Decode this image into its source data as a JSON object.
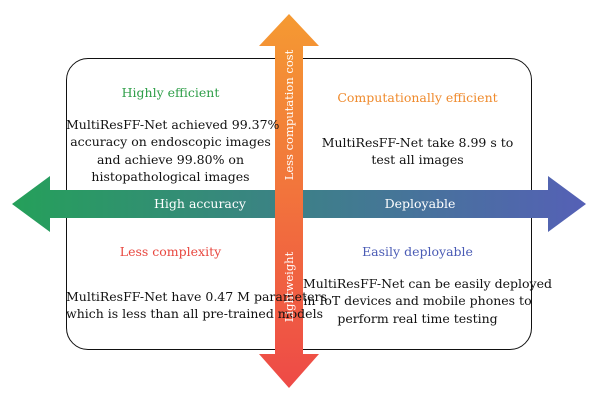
{
  "quadrants": {
    "top_left": {
      "title": "Highly efficient",
      "title_color": "#2e9e48",
      "body": [
        "MultiResFF-Net achieved 99.37%",
        "accuracy on endoscopic images",
        "and achieve 99.80% on",
        "histopathological images"
      ]
    },
    "top_right": {
      "title": "Computationally efficient",
      "title_color": "#ef8a2c",
      "body": [
        "MultiResFF-Net take 8.99 s to",
        "test all images"
      ]
    },
    "bottom_left": {
      "title": "Less complexity",
      "title_color": "#e8473f",
      "body": [
        "MultiResFF-Net have 0.47 M parameters",
        "which is less than all pre-trained models"
      ]
    },
    "bottom_right": {
      "title": "Easily deployable",
      "title_color": "#4a5bb5",
      "body": [
        "MultiResFF-Net can be easily deployed",
        "in IoT devices and mobile phones to",
        "perform real time testing"
      ]
    }
  },
  "axes": {
    "left_label": "High accuracy",
    "right_label": "Deployable",
    "up_label": "Less computation cost",
    "down_label": "Lightweight"
  },
  "colors": {
    "horizontal_left": "#25a05a",
    "horizontal_right": "#5560b6",
    "vertical_top": "#f59a32",
    "vertical_bottom": "#ee4a47"
  }
}
